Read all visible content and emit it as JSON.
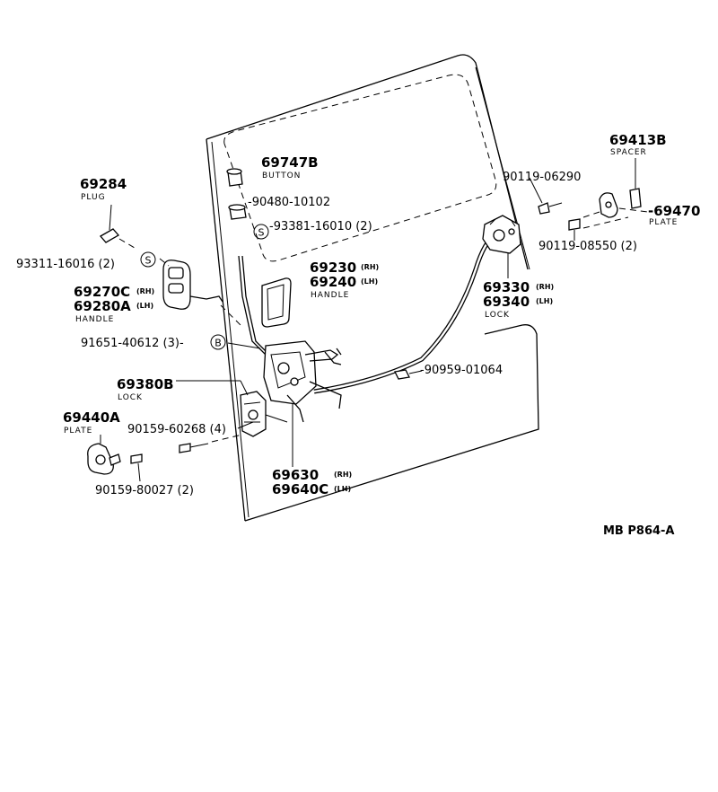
{
  "diagram": {
    "reference_code": "MB P864-A",
    "symbols": {
      "s": "S",
      "b": "B"
    },
    "parts": {
      "p69284": {
        "number": "69284",
        "caption": "PLUG"
      },
      "p93311": {
        "number": "93311-16016 (2)"
      },
      "p69270": {
        "number_rh": "69270C",
        "tag_rh": "(RH)",
        "number_lh": "69280A",
        "tag_lh": "(LH)",
        "caption": "HANDLE"
      },
      "p91651": {
        "number": "91651-40612 (3)-"
      },
      "p69380": {
        "number": "69380B",
        "caption": "LOCK"
      },
      "p69440": {
        "number": "69440A",
        "caption": "PLATE"
      },
      "p90159a": {
        "number": "90159-60268 (4)"
      },
      "p90159b": {
        "number": "90159-80027 (2)"
      },
      "p69747": {
        "number": "69747B",
        "caption": "BUTTON"
      },
      "p90480": {
        "number": "-90480-10102"
      },
      "p93381": {
        "number": "-93381-16010 (2)"
      },
      "p69230": {
        "number_rh": "69230",
        "tag_rh": "(RH)",
        "number_lh": "69240",
        "tag_lh": "(LH)",
        "caption": "HANDLE"
      },
      "p69630": {
        "number_rh": "69630",
        "tag_rh": "(RH)",
        "number_lh": "69640C",
        "tag_lh": "(LH)"
      },
      "p90959": {
        "number": "-90959-01064"
      },
      "p69330": {
        "number_rh": "69330",
        "tag_rh": "(RH)",
        "number_lh": "69340",
        "tag_lh": "(LH)",
        "caption": "LOCK"
      },
      "p69413": {
        "number": "69413B",
        "caption": "SPACER"
      },
      "p90119a": {
        "number": "90119-06290"
      },
      "p69470": {
        "number": "-69470",
        "caption": "PLATE"
      },
      "p90119b": {
        "number": "90119-08550 (2)"
      }
    }
  }
}
